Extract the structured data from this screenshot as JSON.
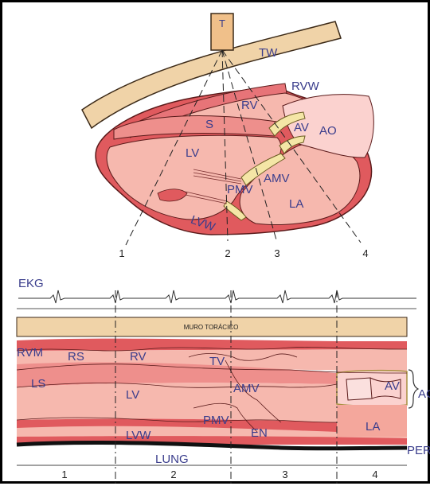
{
  "top": {
    "transducer": "T",
    "labels": {
      "tw": "TW",
      "rvw": "RVW",
      "rv": "RV",
      "s": "S",
      "av": "AV",
      "ao": "AO",
      "lv": "LV",
      "amv": "AMV",
      "pmv": "PMV",
      "la": "LA",
      "lvw": "LVW"
    },
    "beam_numbers": [
      "1",
      "2",
      "3",
      "4"
    ]
  },
  "bottom": {
    "ekg": "EKG",
    "wall": "MURO TORÁCICO",
    "labels": {
      "rvm": "RVM",
      "rs": "RS",
      "rv": "RV",
      "tv": "TV",
      "ls": "LS",
      "lv": "LV",
      "amv": "AMV",
      "pmv": "PMV",
      "lvw": "LVW",
      "en": "EN",
      "lung": "LUNG",
      "av": "AV",
      "ac": "AC",
      "la": "LA",
      "per": "PER"
    },
    "section_numbers": [
      "1",
      "2",
      "3",
      "4"
    ]
  },
  "colors": {
    "wall": "#f0d3a8",
    "wall_stroke": "#3c2a18",
    "heart_outer": "#e05a5e",
    "heart_light": "#f6b8ae",
    "heart_mid": "#ee8f8c",
    "aorta": "#fbd2cf",
    "valve": "#f4e6a6",
    "label": "#3a3d8c"
  }
}
